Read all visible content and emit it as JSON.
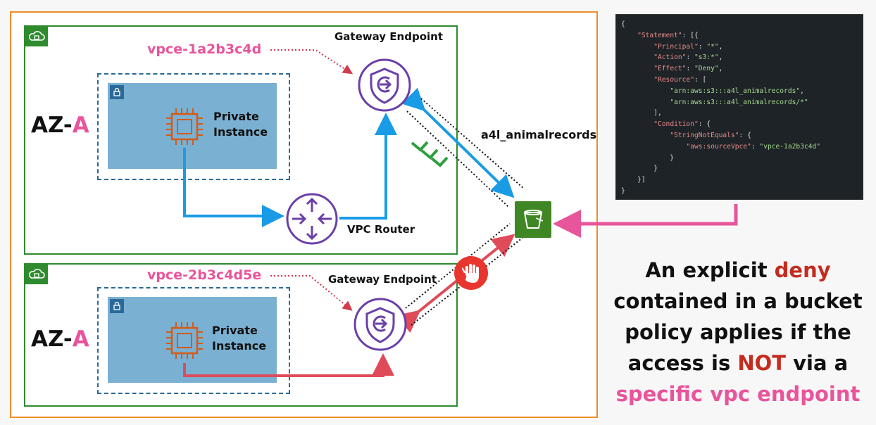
{
  "az_top": {
    "prefix": "AZ-",
    "suffix": "A"
  },
  "az_bottom": {
    "prefix": "AZ-",
    "suffix": "A"
  },
  "endpoint_top": {
    "id": "vpce-1a2b3c4d",
    "label": "Gateway Endpoint"
  },
  "endpoint_bottom": {
    "id": "vpce-2b3c4d5e",
    "label": "Gateway Endpoint"
  },
  "instance_top": {
    "line1": "Private",
    "line2": "Instance"
  },
  "instance_bottom": {
    "line1": "Private",
    "line2": "Instance"
  },
  "router_label": "VPC Router",
  "bucket_name": "a4l_animalrecords",
  "policy_lines": [
    "{",
    "    \"Statement\": [{",
    "        \"Principal\": \"*\",",
    "        \"Action\": \"s3:*\",",
    "        \"Effect\": \"Deny\",",
    "        \"Resource\": [",
    "            \"arn:aws:s3:::a4l_animalrecords\",",
    "            \"arn:aws:s3:::a4l_animalrecords/*\"",
    "        ],",
    "        \"Condition\": {",
    "            \"StringNotEquals\": {",
    "                \"aws:sourceVpce\": \"vpce-1a2b3c4d\"",
    "            }",
    "        }",
    "    }]",
    "}"
  ],
  "statement": {
    "l1a": "An explicit ",
    "l1b": "deny",
    "l2": "contained in a bucket",
    "l3": "policy applies if the",
    "l4a": "access is ",
    "l4b": "NOT",
    "l4c": " via a",
    "l5": "specific vpc endpoint"
  },
  "colors": {
    "region": "#ef8c2a",
    "vpc": "#2e8b2e",
    "allowed_path": "#1a9be6",
    "denied_path": "#e04b5a",
    "pink": "#e8559b",
    "purple": "#6b3fa8"
  }
}
